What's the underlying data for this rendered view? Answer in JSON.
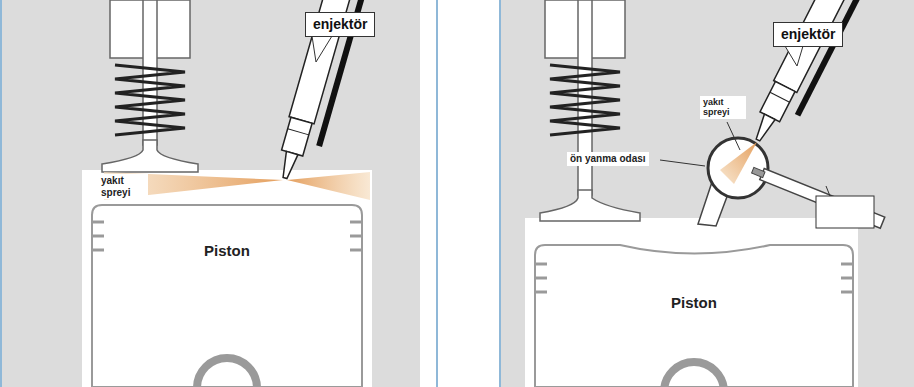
{
  "diagram": {
    "nodes": [
      {
        "text": [
          "enjektör"
        ]
      },
      {
        "text": [
          "Piston"
        ]
      },
      {
        "text": [
          "enjektör"
        ]
      },
      {
        "text": [
          "Piston"
        ]
      }
    ],
    "labels": [
      "yakıt spreyi",
      "yakıt spreyi",
      "ön yanma odası"
    ]
  }
}
